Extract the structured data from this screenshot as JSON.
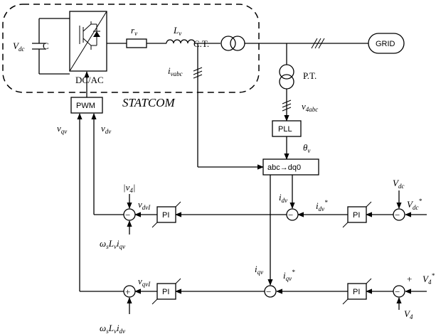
{
  "labels": {
    "vdc_cap": "V",
    "vdc_cap_sub": "dc",
    "cap": "C",
    "dcac": "DC/AC",
    "rv": "r",
    "rv_sub": "v",
    "lv": "L",
    "lv_sub": "v",
    "ct": "C.T.",
    "grid": "GRID",
    "pt": "P.T.",
    "ivabc": "i",
    "ivabc_sub": "vabc",
    "v4abc": "v",
    "v4abc_sub": "4abc",
    "statcom": "STATCOM",
    "pwm": "PWM",
    "pll": "PLL",
    "theta": "θ",
    "theta_sub": "v",
    "abc_dq0": "abc→dq0",
    "vqv": "v",
    "vqv_sub": "qv",
    "vdv": "v",
    "vdv_sub": "dv",
    "abs_v4": "|v",
    "abs_v4_sub": "4",
    "abs_v4_end": "|",
    "vdvI": "v",
    "vdvI_sub": "dvI",
    "idv": "i",
    "idv_sub": "dv",
    "idv_star": "i",
    "idv_star_sub": "dv",
    "star": "*",
    "vdc_ref": "V",
    "vdc_ref_sub": "dc",
    "vdc_star": "V",
    "vdc_star_sub": "dc",
    "pi": "PI",
    "wsLviqv": "ω",
    "wsLviqv_rest": "L",
    "wsLviqv_sub1": "s",
    "wsLviqv_sub2": "v",
    "wsLviqv_i": "i",
    "wsLviqv_sub3": "qv",
    "iqv": "i",
    "iqv_sub": "qv",
    "iqv_star": "i",
    "iqv_star_sub": "qv",
    "vqvI": "v",
    "vqvI_sub": "qvI",
    "plus": "+",
    "minus": "−",
    "v4_star": "V",
    "v4_star_sub": "4",
    "v4": "V",
    "v4_sub": "4",
    "wsLvidv": "ω",
    "wsLvidv_rest": "L",
    "wsLvidv_sub1": "s",
    "wsLvidv_sub2": "v",
    "wsLvidv_i": "i",
    "wsLvidv_sub3": "dv"
  }
}
